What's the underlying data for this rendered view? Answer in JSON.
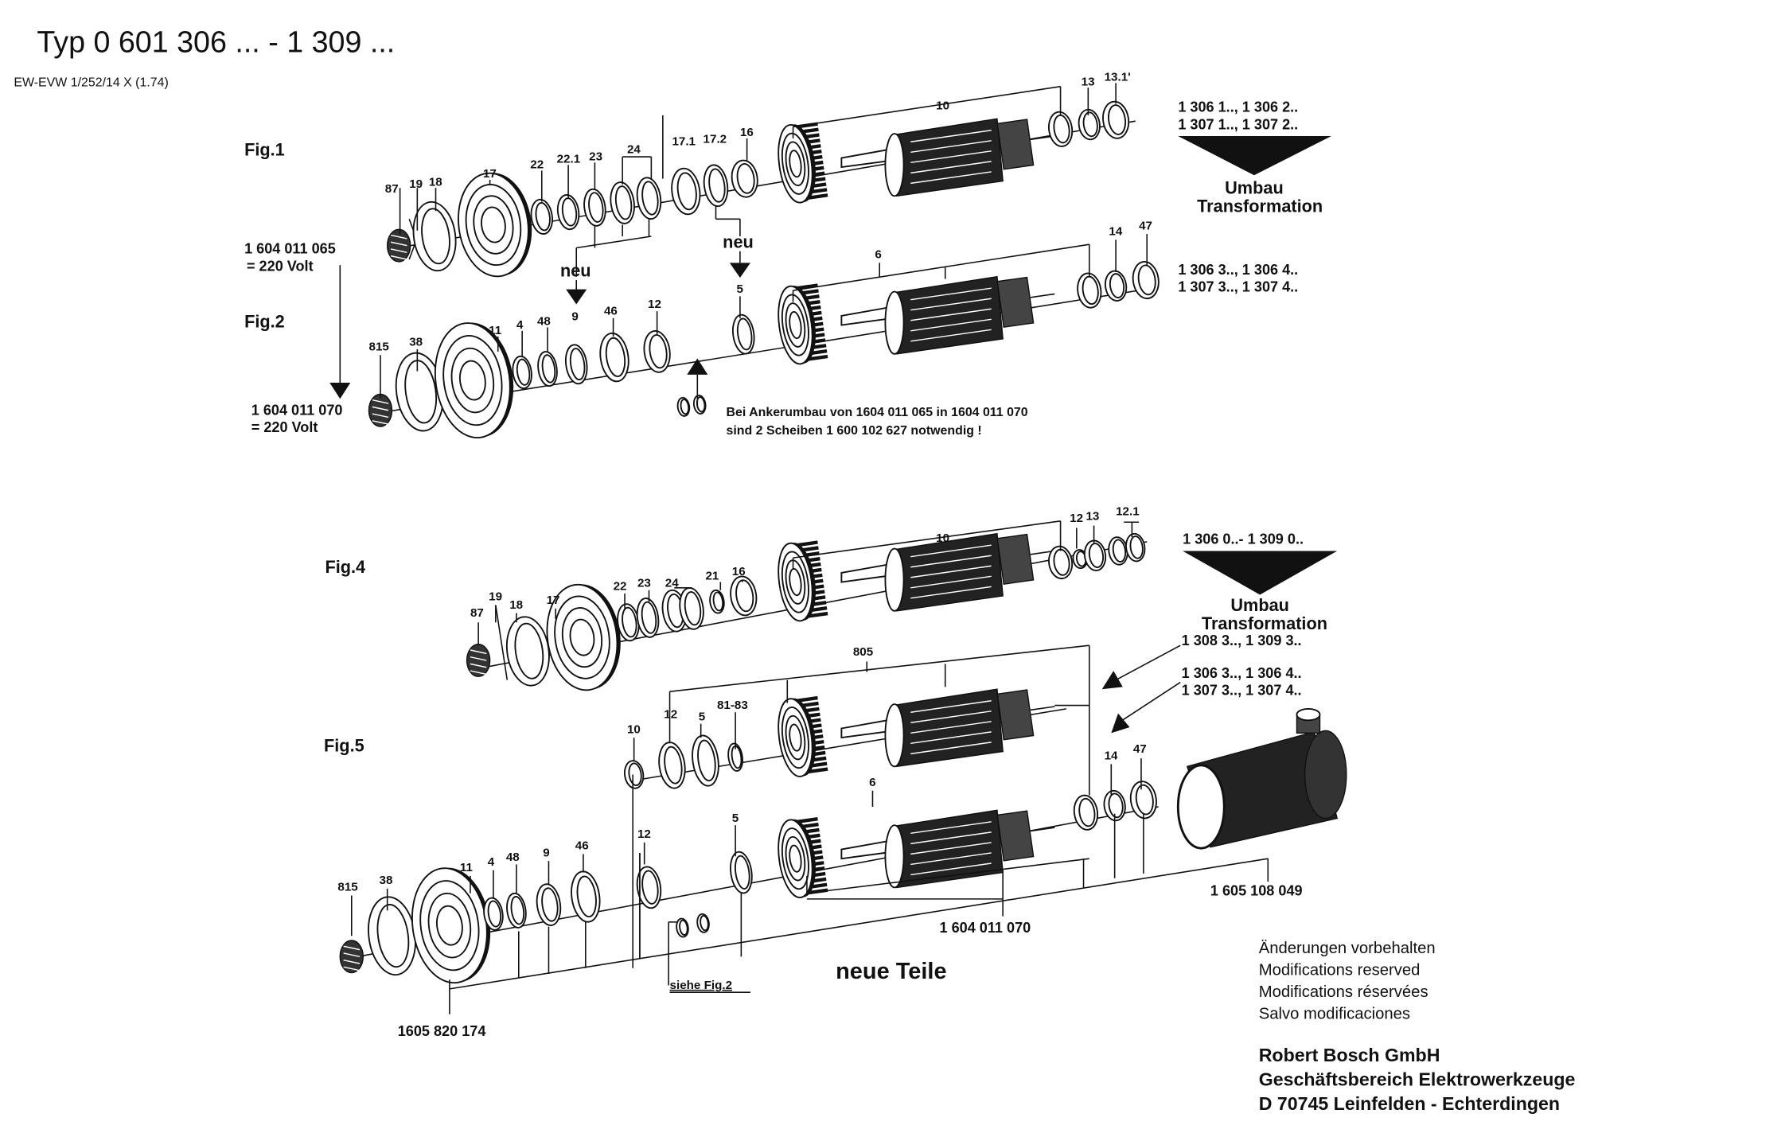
{
  "header": {
    "title": "Typ 0 601 306 ... -  1 309 ...",
    "doc_code": "EW-EVW 1/252/14 X (1.74)"
  },
  "fig1": {
    "label": "Fig.1",
    "parts": [
      "87",
      "19",
      "18",
      "17",
      "22",
      "22.1",
      "23",
      "24",
      "17.1",
      "17.2",
      "16",
      "10",
      "13",
      "13.1'"
    ],
    "models_line1": "1 306 1.., 1 306 2..",
    "models_line2": "1 307 1.., 1 307 2..",
    "umbau": "Umbau",
    "transformation": "Transformation",
    "armature_part": "1 604 011 065",
    "armature_volt": "= 220  Volt",
    "neu_a": "neu",
    "neu_b": "neu"
  },
  "fig2": {
    "label": "Fig.2",
    "parts": [
      "815",
      "38",
      "11",
      "4",
      "48",
      "9",
      "46",
      "12",
      "5",
      "6",
      "14",
      "47"
    ],
    "models_line1": "1 306 3.., 1 306 4..",
    "models_line2": "1 307 3.., 1 307 4..",
    "armature_part": "1 604 011 070",
    "armature_volt": "= 220  Volt",
    "note_line1": "Bei Ankerumbau von 1604  011 065  in 1604  011  070",
    "note_line2": "sind 2  Scheiben 1 600 102  627  notwendig !"
  },
  "fig4": {
    "label": "Fig.4",
    "parts": [
      "87",
      "19",
      "18",
      "17",
      "22",
      "23",
      "24",
      "21",
      "16",
      "10",
      "12",
      "13",
      "12.1"
    ],
    "models_line": "1 306 0..- 1 309 0..",
    "umbau": "Umbau",
    "transformation": "Transformation",
    "target_a": "1 308 3.., 1 309 3..",
    "target_b1": "1 306 3.., 1 306 4..",
    "target_b2": "1 307 3.., 1 307 4.."
  },
  "fig5": {
    "label": "Fig.5",
    "upper_parts": [
      "805",
      "10",
      "12",
      "5",
      "81-83"
    ],
    "lower_parts": [
      "815",
      "38",
      "11",
      "4",
      "48",
      "9",
      "46",
      "12",
      "5",
      "6",
      "14",
      "47"
    ],
    "housing_part": "1 605 108 049",
    "armature_part": "1 604 011 070",
    "flange_part": "1605 820 174",
    "new_parts": "neue Teile",
    "see_fig": "siehe Fig.2"
  },
  "footer": {
    "notice": [
      "Änderungen vorbehalten",
      "Modifications reserved",
      "Modifications réservées",
      "Salvo modificaciones"
    ],
    "company": [
      "Robert Bosch GmbH",
      "Geschäftsbereich Elektrowerkzeuge",
      "D 70745 Leinfelden - Echterdingen"
    ]
  }
}
